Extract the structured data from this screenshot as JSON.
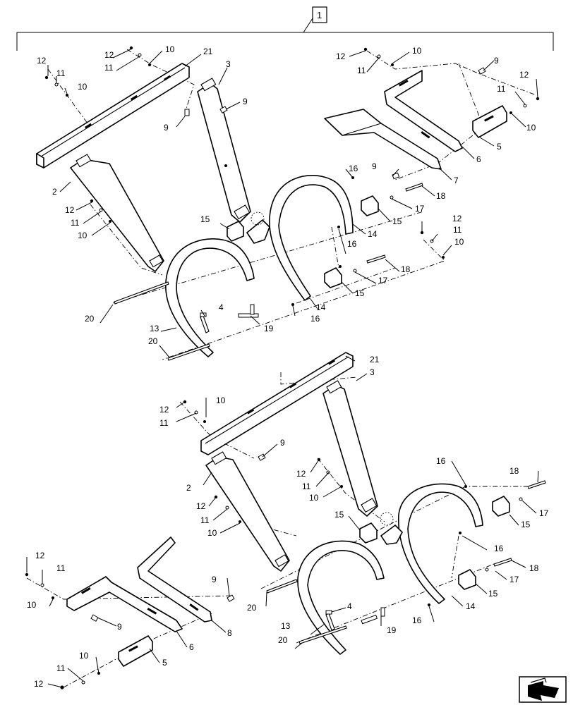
{
  "diagram": {
    "assembly_ref": "1",
    "nav_icon": "arrow-page-icon",
    "callouts": {
      "c_top_12a": "12",
      "c_top_11a": "11",
      "c_top_10a": "10",
      "c_top_12b": "12",
      "c_top_11b": "11",
      "c_top_10b": "10",
      "c_top_21": "21",
      "c_top_3": "3",
      "c_top_9a": "9",
      "c_top_9b": "9",
      "c_top_12c": "12",
      "c_top_11c": "11",
      "c_top_10c": "10",
      "c_top_9c": "9",
      "c_top_12d": "12",
      "c_top_11d": "11",
      "c_top_10d": "10",
      "c_top_5": "5",
      "c_top_6": "6",
      "c_top_7": "7",
      "c_top_2": "2",
      "c_top_12e": "12",
      "c_top_11e": "11",
      "c_top_10e": "10",
      "c_top_16a": "16",
      "c_top_9d": "9",
      "c_top_18a": "18",
      "c_top_17a": "17",
      "c_top_15a": "15",
      "c_top_14a": "14",
      "c_top_15b": "15",
      "c_top_12f": "12",
      "c_top_11f": "11",
      "c_top_10f": "10",
      "c_top_16b": "16",
      "c_top_18b": "18",
      "c_top_17b": "17",
      "c_top_15c": "15",
      "c_top_14b": "14",
      "c_top_16c": "16",
      "c_top_20a": "20",
      "c_top_4": "4",
      "c_top_13": "13",
      "c_top_19": "19",
      "c_top_20b": "20",
      "c_bot_21": "21",
      "c_bot_3": "3",
      "c_bot_12a": "12",
      "c_bot_10a": "10",
      "c_bot_11a": "11",
      "c_bot_9a": "9",
      "c_bot_2": "2",
      "c_bot_16a": "16",
      "c_bot_18a": "18",
      "c_bot_17a": "17",
      "c_bot_12b": "12",
      "c_bot_11b": "11",
      "c_bot_10b": "10",
      "c_bot_12c": "12",
      "c_bot_11c": "11",
      "c_bot_10c": "10",
      "c_bot_15a": "15",
      "c_bot_15b": "15",
      "c_bot_16b": "16",
      "c_bot_12d": "12",
      "c_bot_11d": "11",
      "c_bot_10d": "10",
      "c_bot_9b": "9",
      "c_bot_9c": "9",
      "c_bot_20a": "20",
      "c_bot_8": "8",
      "c_bot_6": "6",
      "c_bot_4": "4",
      "c_bot_13": "13",
      "c_bot_19": "19",
      "c_bot_16c": "16",
      "c_bot_14": "14",
      "c_bot_15c": "15",
      "c_bot_17b": "17",
      "c_bot_18b": "18",
      "c_bot_20b": "20",
      "c_bot_10e": "10",
      "c_bot_11e": "11",
      "c_bot_12e": "12",
      "c_bot_5": "5"
    }
  }
}
